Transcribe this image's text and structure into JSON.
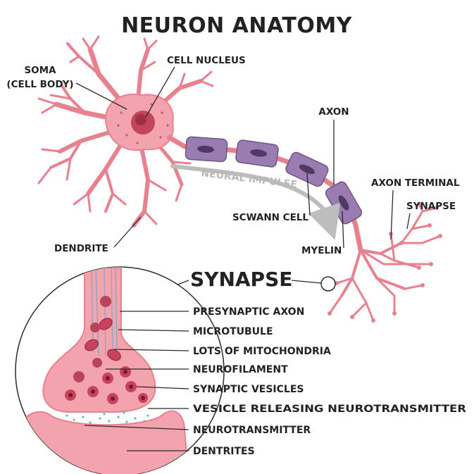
{
  "title": "NEURON ANATOMY",
  "neuron_labels": {
    "soma_line1": "SOMA",
    "soma_line2": "(CELL BODY)",
    "cell_nucleus": "CELL NUCLEUS",
    "axon": "AXON",
    "neural_impulse": "NEURAL IMPULSE",
    "axon_terminal": "AXON TERMINAL",
    "synapse": "SYNAPSE",
    "schwann_cell": "SCWANN CELL",
    "myelin": "MYELIN",
    "dendrite": "DENDRITE"
  },
  "synapse_detail": {
    "heading": "SYNAPSE",
    "parts": [
      "PRESYNAPTIC AXON",
      "MICROTUBULE",
      "LOTS OF MITOCHONDRIA",
      "NEUROFILAMENT",
      "SYNAPTIC VESICLES",
      "VESICLE RELEASING NEUROTRANSMITTER",
      "NEUROTRANSMITTER",
      "DENTRITES"
    ]
  },
  "colors": {
    "neuron_pink": "#f2a3ad",
    "neuron_edge": "#e8808e",
    "nucleus": "#c2455a",
    "myelin": "#9a7cb0",
    "myelin_edge": "#6e5486",
    "myelin_nucleus": "#4f3a66",
    "impulse_arrow": "#bdbdbd",
    "mitochondria": "#c9415a",
    "neurotransmitter": "#5fbcd0",
    "text": "#222222"
  }
}
